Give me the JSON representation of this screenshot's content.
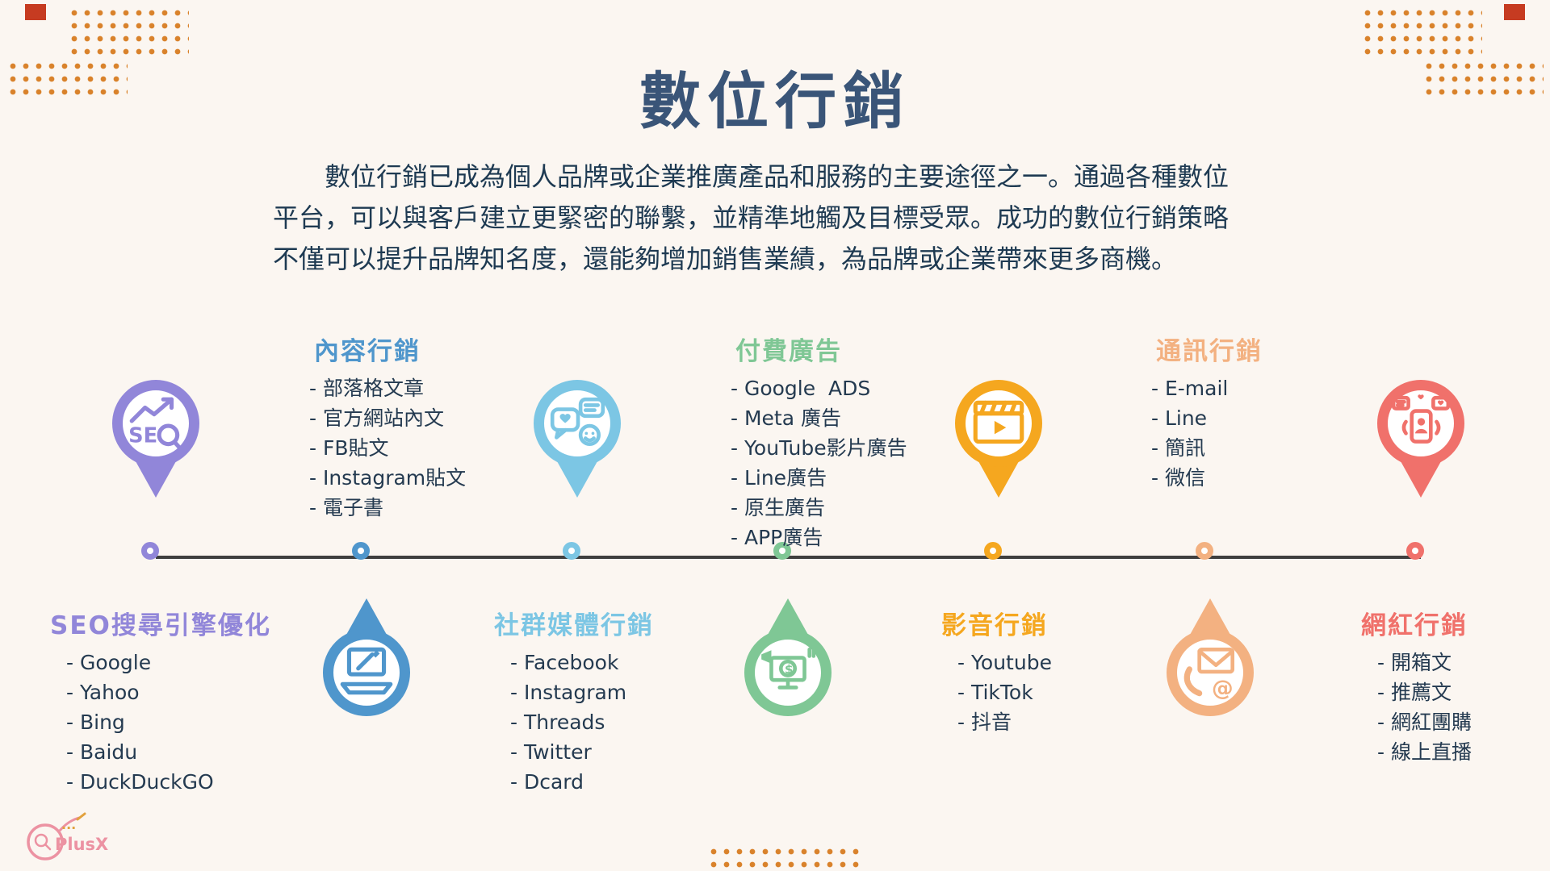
{
  "page": {
    "title": "數位行銷",
    "intro": {
      "line1": "數位行銷已成為個人品牌或企業推廣產品和服務的主要途徑之一。通過各種數位",
      "line2": "平台，可以與客戶建立更緊密的聯繫，並精準地觸及目標受眾。成功的數位行銷策略",
      "line3": "不僅可以提升品牌知名度，還能夠增加銷售業績，為品牌或企業帶來更多商機。"
    }
  },
  "theme": {
    "background": "#fbf6f1",
    "title_color": "#3a5578",
    "body_text_color": "#1e3a52",
    "timeline_color": "#3f3f3f",
    "dot_decoration_color": "#d9822b",
    "corner_square_color": "#c63b21"
  },
  "columns": [
    {
      "key": "seo",
      "title": "SEO搜尋引擎優化",
      "color": "#9186d9",
      "icon": "seo-magnifier-icon",
      "items": [
        "- Google",
        "- Yahoo",
        "- Bing",
        "- Baidu",
        "- DuckDuckGO"
      ]
    },
    {
      "key": "content-marketing",
      "title": "內容行銷",
      "color": "#4f96cc",
      "icon": "laptop-writing-icon",
      "items": [
        "- 部落格文章",
        "- 官方網站內文",
        "- FB貼文",
        "- Instagram貼文",
        "- 電子書"
      ]
    },
    {
      "key": "social-media-marketing",
      "title": "社群媒體行銷",
      "color": "#7cc6e4",
      "icon": "chat-bubbles-icon",
      "items": [
        "- Facebook",
        "- Instagram",
        "- Threads",
        "- Twitter",
        "- Dcard"
      ]
    },
    {
      "key": "paid-ads",
      "title": "付費廣告",
      "color": "#7fc795",
      "icon": "ads-monitor-icon",
      "items": [
        "- Google  ADS",
        "- Meta 廣告",
        "- YouTube影片廣告",
        "- Line廣告",
        "- 原生廣告",
        "- APP廣告"
      ]
    },
    {
      "key": "video-marketing",
      "title": "影音行銷",
      "color": "#f5a71f",
      "icon": "clapperboard-icon",
      "items": [
        "- Youtube",
        "- TikTok",
        "- 抖音"
      ]
    },
    {
      "key": "messaging-marketing",
      "title": "通訊行銷",
      "color": "#f3b181",
      "icon": "phone-mail-icon",
      "items": [
        "- E-mail",
        "- Line",
        "- 簡訊",
        "- 微信"
      ]
    },
    {
      "key": "influencer-marketing",
      "title": "網紅行銷",
      "color": "#f0716b",
      "icon": "smartphone-social-icon",
      "items": [
        "- 開箱文",
        "- 推薦文",
        "- 網紅團購",
        "- 線上直播"
      ]
    }
  ],
  "logo": {
    "name": "PlusX",
    "dots": "..."
  }
}
